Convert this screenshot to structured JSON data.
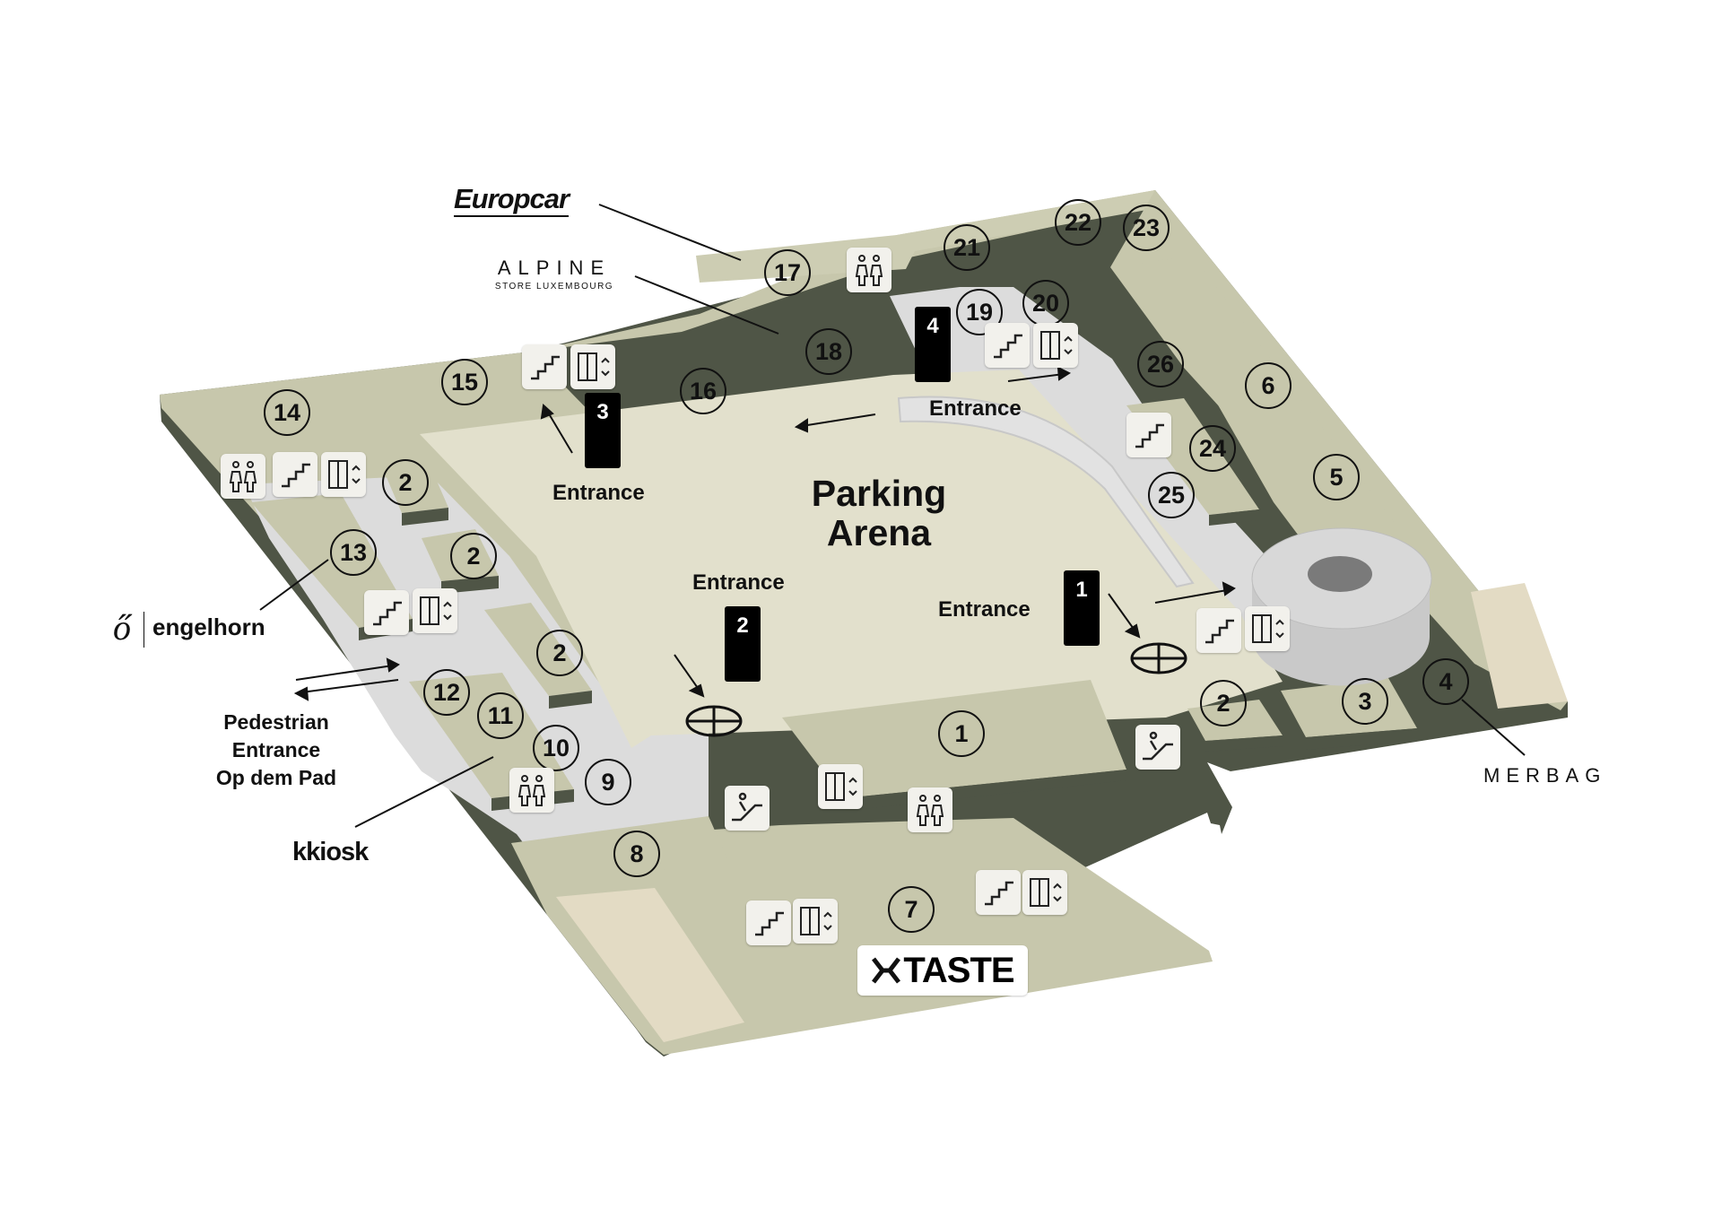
{
  "colors": {
    "shop": "#c7c7ac",
    "shop_top": "#cdcdb3",
    "shop_side": "#4f5546",
    "parking": "#e2e0cc",
    "walkway": "#dcdcdc",
    "accent_beige": "#e3dbc4",
    "entrance_box": "#000000"
  },
  "map": {
    "title": "Parking\nArena",
    "entrance_label": "Entrance",
    "pedestrian_entrance": "Pedestrian\nEntrance\nOp dem Pad"
  },
  "entrances": [
    "1",
    "2",
    "3",
    "4"
  ],
  "units": [
    "1",
    "2",
    "2",
    "2",
    "2",
    "3",
    "4",
    "5",
    "6",
    "7",
    "8",
    "9",
    "10",
    "11",
    "12",
    "13",
    "14",
    "15",
    "16",
    "17",
    "18",
    "19",
    "20",
    "21",
    "22",
    "23",
    "24",
    "25",
    "26"
  ],
  "brands": {
    "europcar": "Europcar",
    "alpine": "ALPINE",
    "alpine_sub": "STORE LUXEMBOURG",
    "engelhorn": "engelhorn",
    "kiosk": "kiosk",
    "kiosk_mark": "k",
    "merbag": "MERBAG",
    "xtaste": "TASTE"
  },
  "icons": {
    "stairs": "stairs-icon",
    "elevator": "elevator-icon",
    "toilet": "toilet-icon",
    "escalator": "escalator-icon"
  }
}
